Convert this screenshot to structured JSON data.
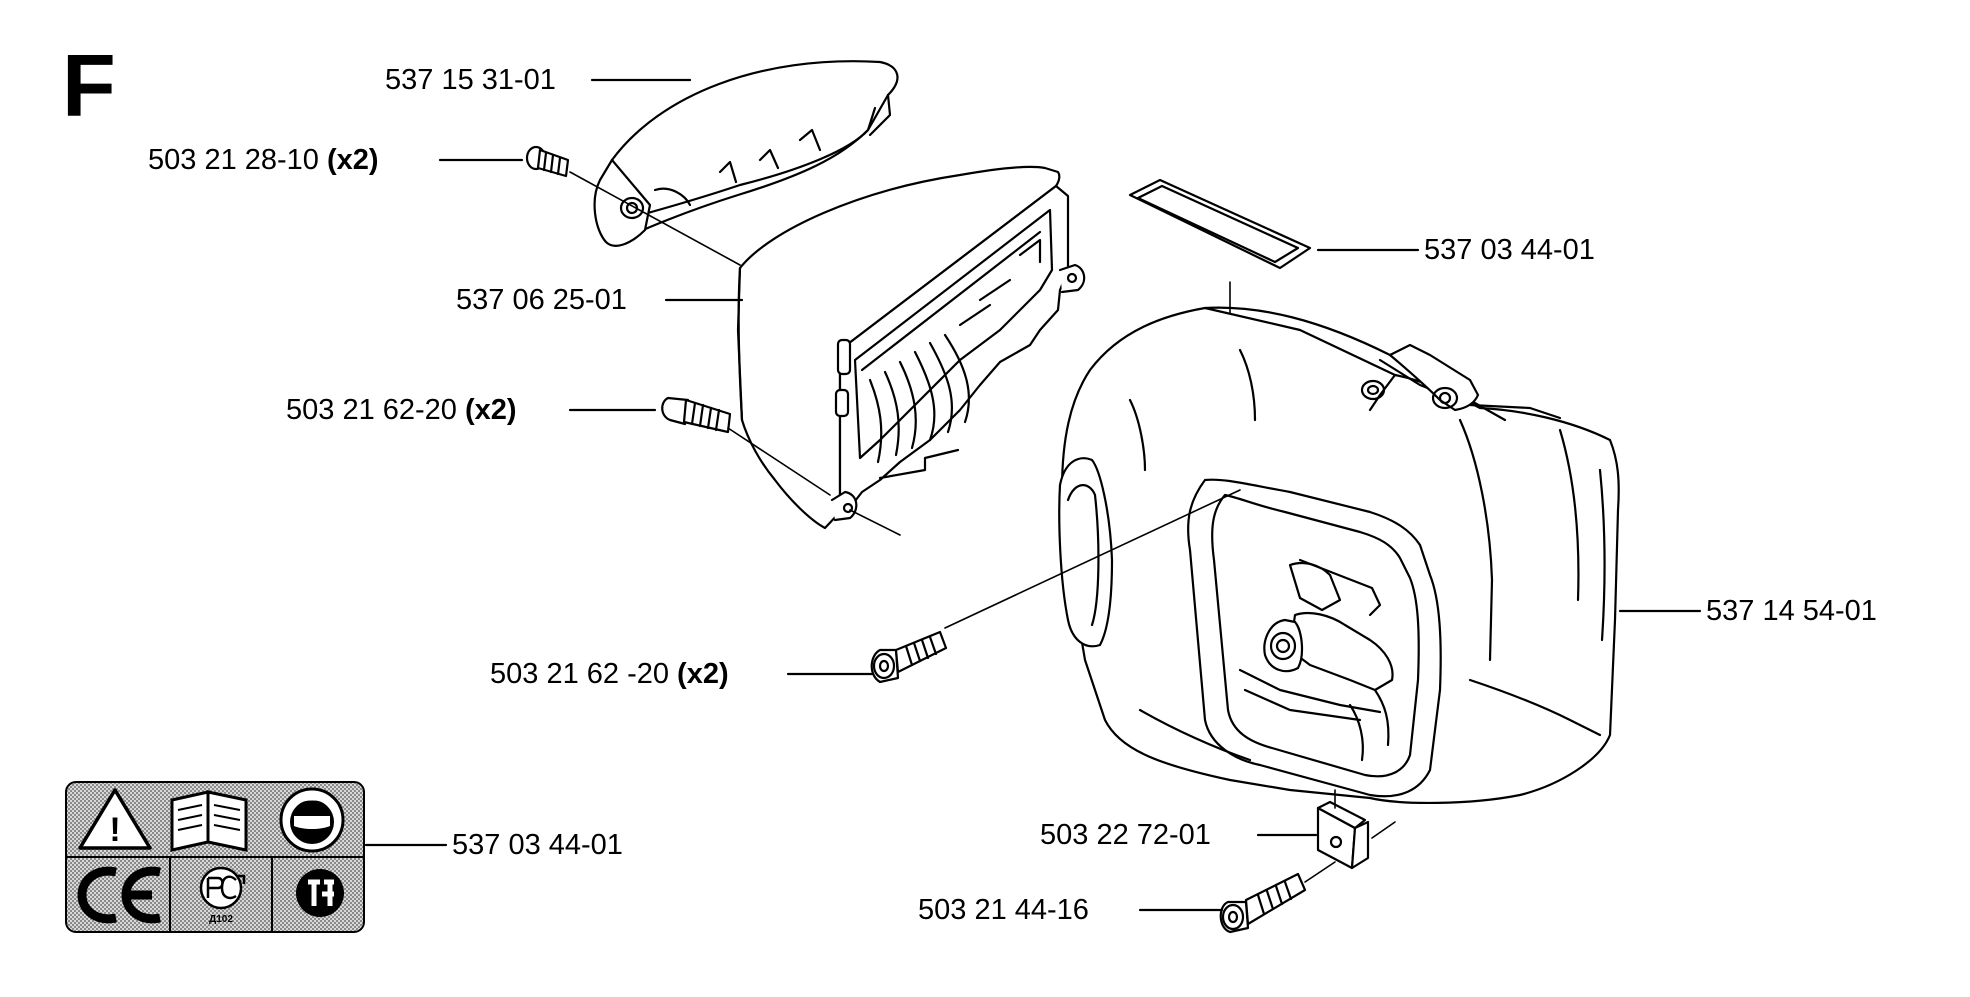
{
  "section_letter": "F",
  "colors": {
    "ink": "#000000",
    "paper": "#ffffff",
    "panel": "#b0b0b0"
  },
  "parts": [
    {
      "id": "top-cover",
      "number": "537 15 31-01",
      "qty": ""
    },
    {
      "id": "top-cover-screw",
      "number": "503 21 28-10",
      "qty": "(x2)"
    },
    {
      "id": "air-filter-cover",
      "number": "537 06 25-01",
      "qty": ""
    },
    {
      "id": "filter-cover-screw",
      "number": "503 21 62-20",
      "qty": "(x2)"
    },
    {
      "id": "decal",
      "number": "537 03 44-01",
      "qty": ""
    },
    {
      "id": "cylinder-cover",
      "number": "537 14 54-01",
      "qty": ""
    },
    {
      "id": "cylinder-cover-screw",
      "number": "503 21 62 -20",
      "qty": "(x2)"
    },
    {
      "id": "nut-clip",
      "number": "503 22 72-01",
      "qty": ""
    },
    {
      "id": "clip-screw",
      "number": "503 21 44-16",
      "qty": ""
    },
    {
      "id": "warning-decal",
      "number": "537 03 44-01",
      "qty": ""
    }
  ],
  "decal_symbols": {
    "row1": [
      "warning-triangle-icon",
      "manual-book-icon",
      "ear-eye-protection-icon"
    ],
    "row2": [
      "ce-mark-icon",
      "gost-r-mark-icon",
      "gb-mark-icon"
    ],
    "warning_glyph": "!",
    "gost_caption": "Д102"
  }
}
